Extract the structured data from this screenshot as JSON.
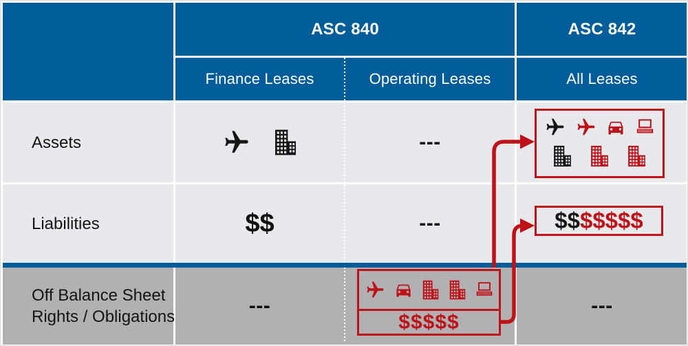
{
  "headers": {
    "group_asc840": "ASC 840",
    "group_asc842": "ASC 842",
    "sub_finance": "Finance Leases",
    "sub_operating": "Operating Leases",
    "sub_all": "All Leases"
  },
  "rows": [
    {
      "label": "Assets",
      "finance_icons": [
        "plane-black",
        "building-black"
      ],
      "operating": "---",
      "all_box": {
        "row1_icons": [
          "plane-black",
          "plane-red",
          "car-red",
          "laptop-red"
        ],
        "row2_icons": [
          "building-black",
          "building-red",
          "building-red"
        ]
      }
    },
    {
      "label": "Liabilities",
      "finance": "$$",
      "operating": "---",
      "all_box": {
        "black_dollars": "$$",
        "red_dollars": "$$$$$"
      }
    },
    {
      "label_lines": [
        "Off Balance Sheet",
        "Rights / Obligations"
      ],
      "finance": "---",
      "operating_box": {
        "icons": [
          "plane-red",
          "car-red",
          "building-red",
          "building-red",
          "laptop-red"
        ],
        "dollars": "$$$$$"
      },
      "all": "---"
    }
  ],
  "colors": {
    "header_blue": "#005d99",
    "accent_red": "#bf1117",
    "row_light": "#e7e9ec",
    "row_gray": "#b1b1b3",
    "text_black": "#141414",
    "text_white": "#ffffff"
  }
}
